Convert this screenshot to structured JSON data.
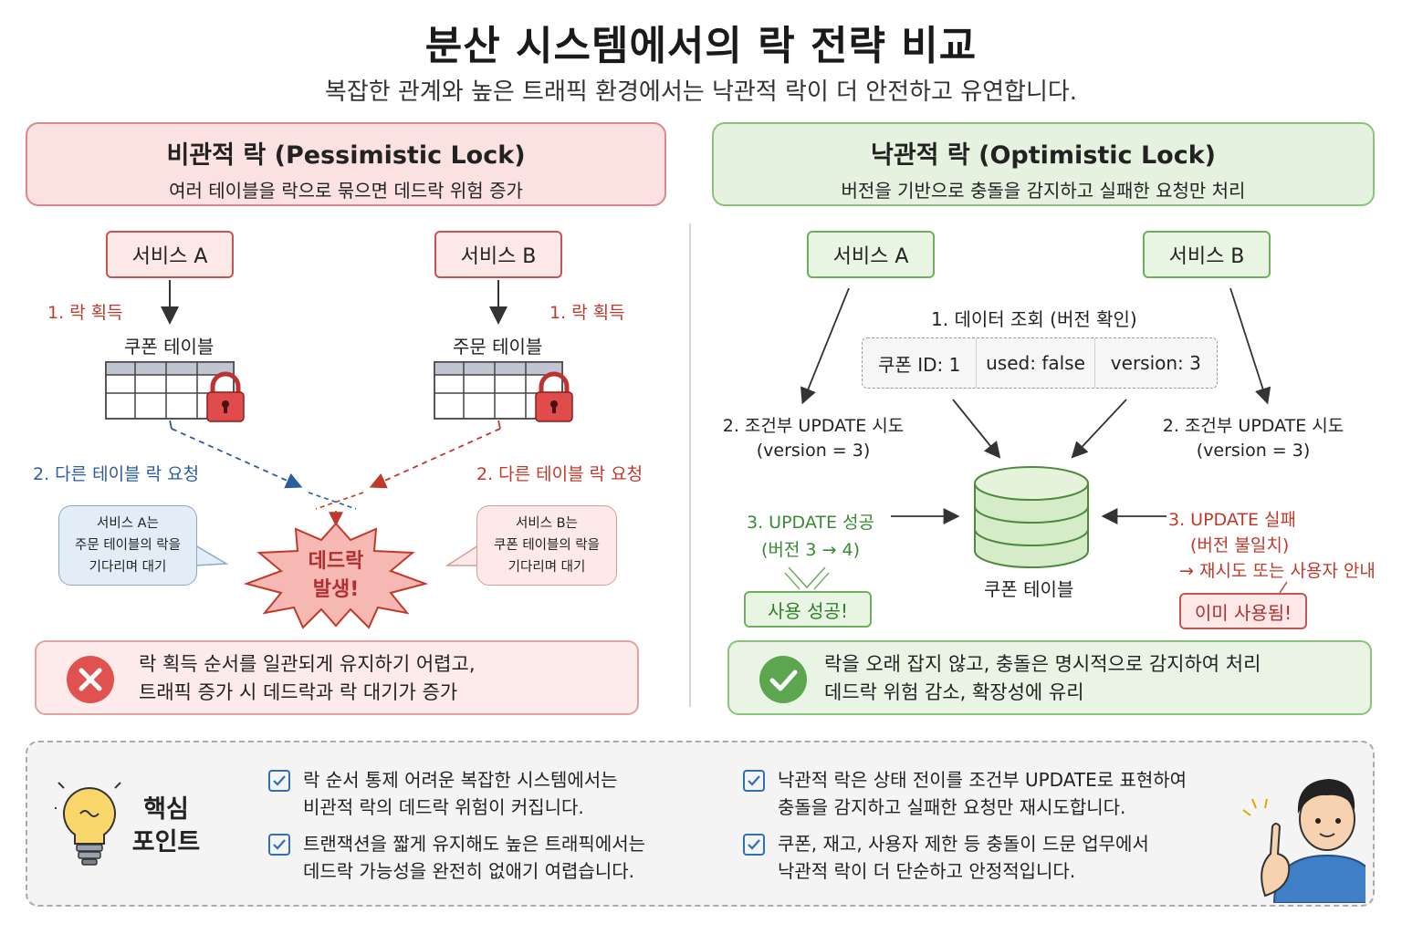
{
  "title": "분산 시스템에서의 락 전략 비교",
  "subtitle": "복잡한 관계와 높은 트래픽 환경에서는 낙관적 락이 더 안전하고 유연합니다.",
  "pessimistic": {
    "heading": "비관적 락 (Pessimistic Lock)",
    "desc": "여러 테이블을 락으로 묶으면 데드락 위험 증가",
    "service_a": "서비스 A",
    "service_b": "서비스 B",
    "step1_a": "1. 락 획득",
    "step1_b": "1. 락 획득",
    "table_a": "쿠폰 테이블",
    "table_b": "주문 테이블",
    "step2_a": "2. 다른 테이블 락 요청",
    "step2_b": "2. 다른 테이블 락 요청",
    "bubble_a": [
      "서비스 A는",
      "주문 테이블의 락을",
      "기다리며 대기"
    ],
    "bubble_b": [
      "서비스 B는",
      "쿠폰 테이블의 락을",
      "기다리며 대기"
    ],
    "deadlock": [
      "데드락",
      "발생!"
    ],
    "note": [
      "락 획득 순서를 일관되게 유지하기 어렵고,",
      "트래픽 증가 시 데드락과 락 대기가 증가"
    ]
  },
  "optimistic": {
    "heading": "낙관적 락 (Optimistic Lock)",
    "desc": "버전을 기반으로 충돌을 감지하고 실패한 요청만 처리",
    "service_a": "서비스 A",
    "service_b": "서비스 B",
    "step1": "1. 데이터 조회 (버전 확인)",
    "record": [
      "쿠폰 ID: 1",
      "used: false",
      "version: 3"
    ],
    "step2_a": [
      "2. 조건부 UPDATE 시도",
      "(version = 3)"
    ],
    "step2_b": [
      "2. 조건부 UPDATE 시도",
      "(version = 3)"
    ],
    "success": [
      "3. UPDATE 성공",
      "(버전 3 → 4)"
    ],
    "fail": [
      "3. UPDATE 실패",
      "(버전 불일치)",
      "→ 재시도 또는 사용자 안내"
    ],
    "db_label": "쿠폰 테이블",
    "success_result": "사용 성공!",
    "fail_result": "이미 사용됨!",
    "note": [
      "락을 오래 잡지 않고, 충돌은 명시적으로 감지하여 처리",
      "데드락 위험 감소, 확장성에 유리"
    ]
  },
  "key_points": {
    "label": [
      "핵심",
      "포인트"
    ],
    "items": [
      [
        "락 순서 통제 어려운 복잡한 시스템에서는",
        "비관적 락의 데드락 위험이 커집니다."
      ],
      [
        "트랜잭션을 짧게 유지해도 높은 트래픽에서는",
        "데드락 가능성을 완전히 없애기 여렵습니다."
      ],
      [
        "낙관적 락은 상태 전이를 조건부 UPDATE로 표현하여",
        "충돌을 감지하고 실패한 요청만 재시도합니다."
      ],
      [
        "쿠폰, 재고, 사용자 제한 등 충돌이 드문 업무에서",
        "낙관적 락이 더 단순하고 안정적입니다."
      ]
    ]
  },
  "colors": {
    "red": "#c0392b",
    "blue": "#2a5d9f",
    "green": "#3a8a34"
  }
}
